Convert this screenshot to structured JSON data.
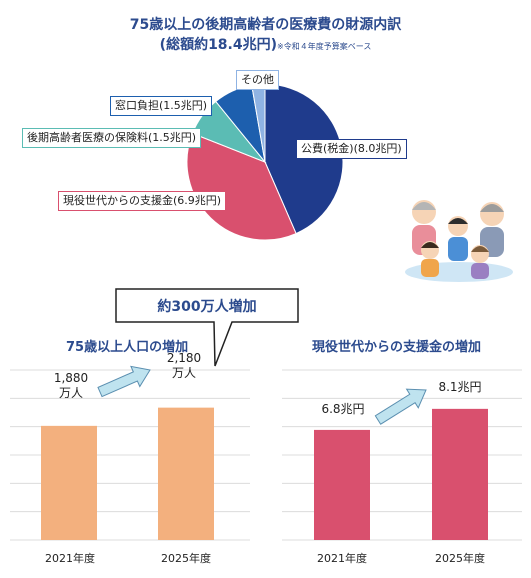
{
  "header": {
    "title": "75歳以上の後期高齢者の医療費の財源内訳",
    "total": "(総額約18.4兆円)",
    "note": "※令和４年度予算案ベース"
  },
  "callout": {
    "text": "約300万人増加"
  },
  "chart_data": [
    {
      "type": "pie",
      "categories": [
        "公費(税金)(8.0兆円)",
        "現役世代からの支援金(6.9兆円)",
        "後期高齢者医療の保険料(1.5兆円)",
        "窓口負担(1.5兆円)",
        "その他"
      ],
      "values": [
        8.0,
        6.9,
        1.5,
        1.5,
        0.5
      ],
      "colors": [
        "#1f3b8c",
        "#d9506e",
        "#5bbcb4",
        "#1d5fae",
        "#8fb3e3"
      ]
    },
    {
      "type": "bar",
      "title": "75歳以上人口の増加",
      "categories": [
        "2021年度",
        "2025年度"
      ],
      "values": [
        1880,
        2180
      ],
      "data_labels": [
        "1,880\n万人",
        "2,180\n万人"
      ],
      "color": "#f3b07e",
      "ylim": [
        0,
        2800
      ]
    },
    {
      "type": "bar",
      "title": "現役世代からの支援金の増加",
      "categories": [
        "2021年度",
        "2025年度"
      ],
      "values": [
        6.8,
        8.1
      ],
      "data_labels": [
        "6.8兆円",
        "8.1兆円"
      ],
      "color": "#d9506e",
      "ylim": [
        0,
        10.5
      ]
    }
  ]
}
